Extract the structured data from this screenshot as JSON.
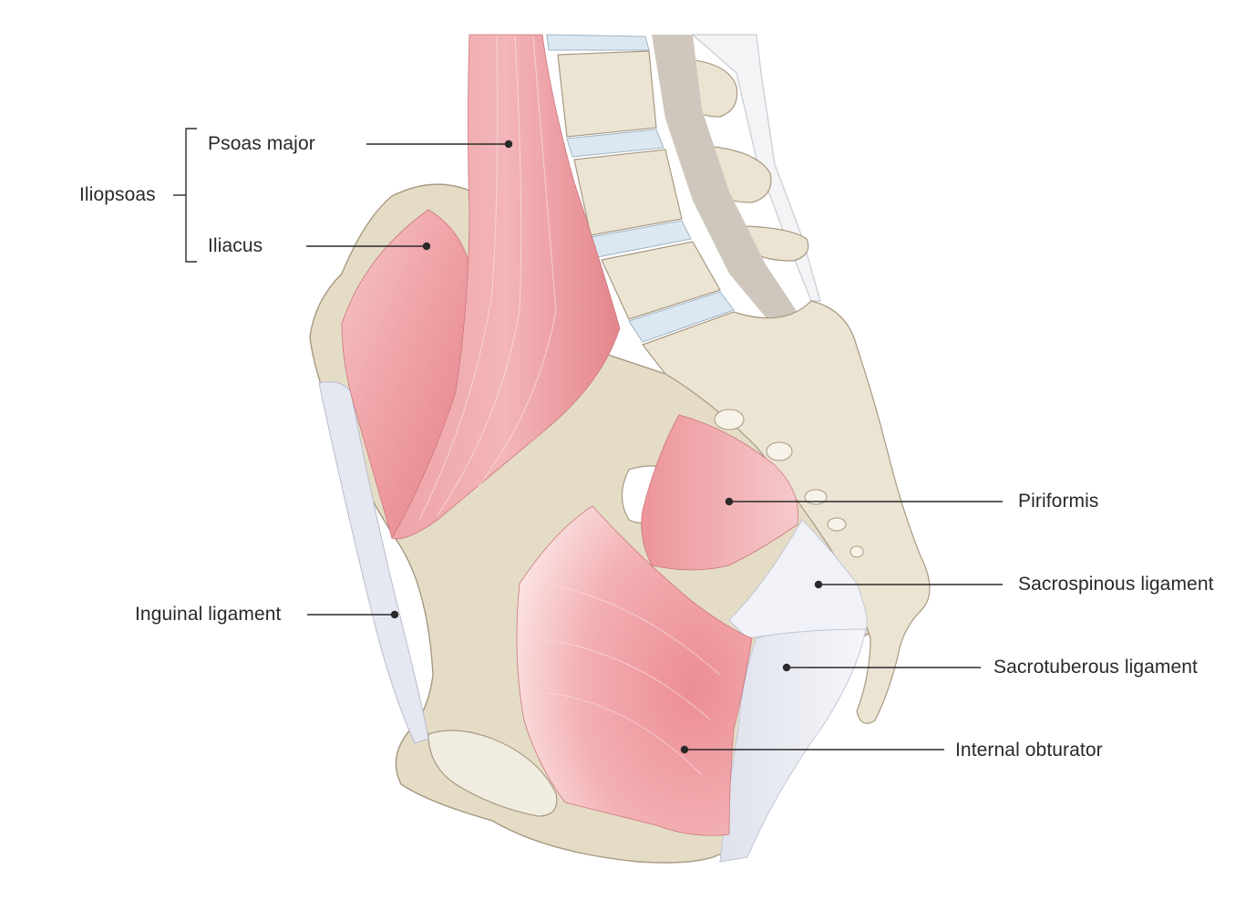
{
  "figure": {
    "type": "anatomical-illustration",
    "subject": "Pelvis, medial (sagittal) view with hip muscles and ligaments",
    "colors": {
      "background": "#ffffff",
      "muscle": "#ef9fa3",
      "muscle_dark": "#e27f86",
      "bone": "#e5dcc6",
      "bone_outline": "#a89882",
      "cortical_light": "#f1ece0",
      "disc": "#dbe8f2",
      "ligament": "#e9ebf3",
      "spinal_canal": "#cfc7bd",
      "leader_line": "#2a2a2a"
    }
  },
  "labels": {
    "group": {
      "text": "Iliopsoas"
    },
    "psoas_major": {
      "text": "Psoas major"
    },
    "iliacus": {
      "text": "Iliacus"
    },
    "piriformis": {
      "text": "Piriformis"
    },
    "sacrospinous": {
      "text": "Sacrospinous ligament"
    },
    "sacrotuberous": {
      "text": "Sacrotuberous ligament"
    },
    "internal_obturator": {
      "text": "Internal obturator"
    },
    "inguinal": {
      "text": "Inguinal ligament"
    }
  }
}
